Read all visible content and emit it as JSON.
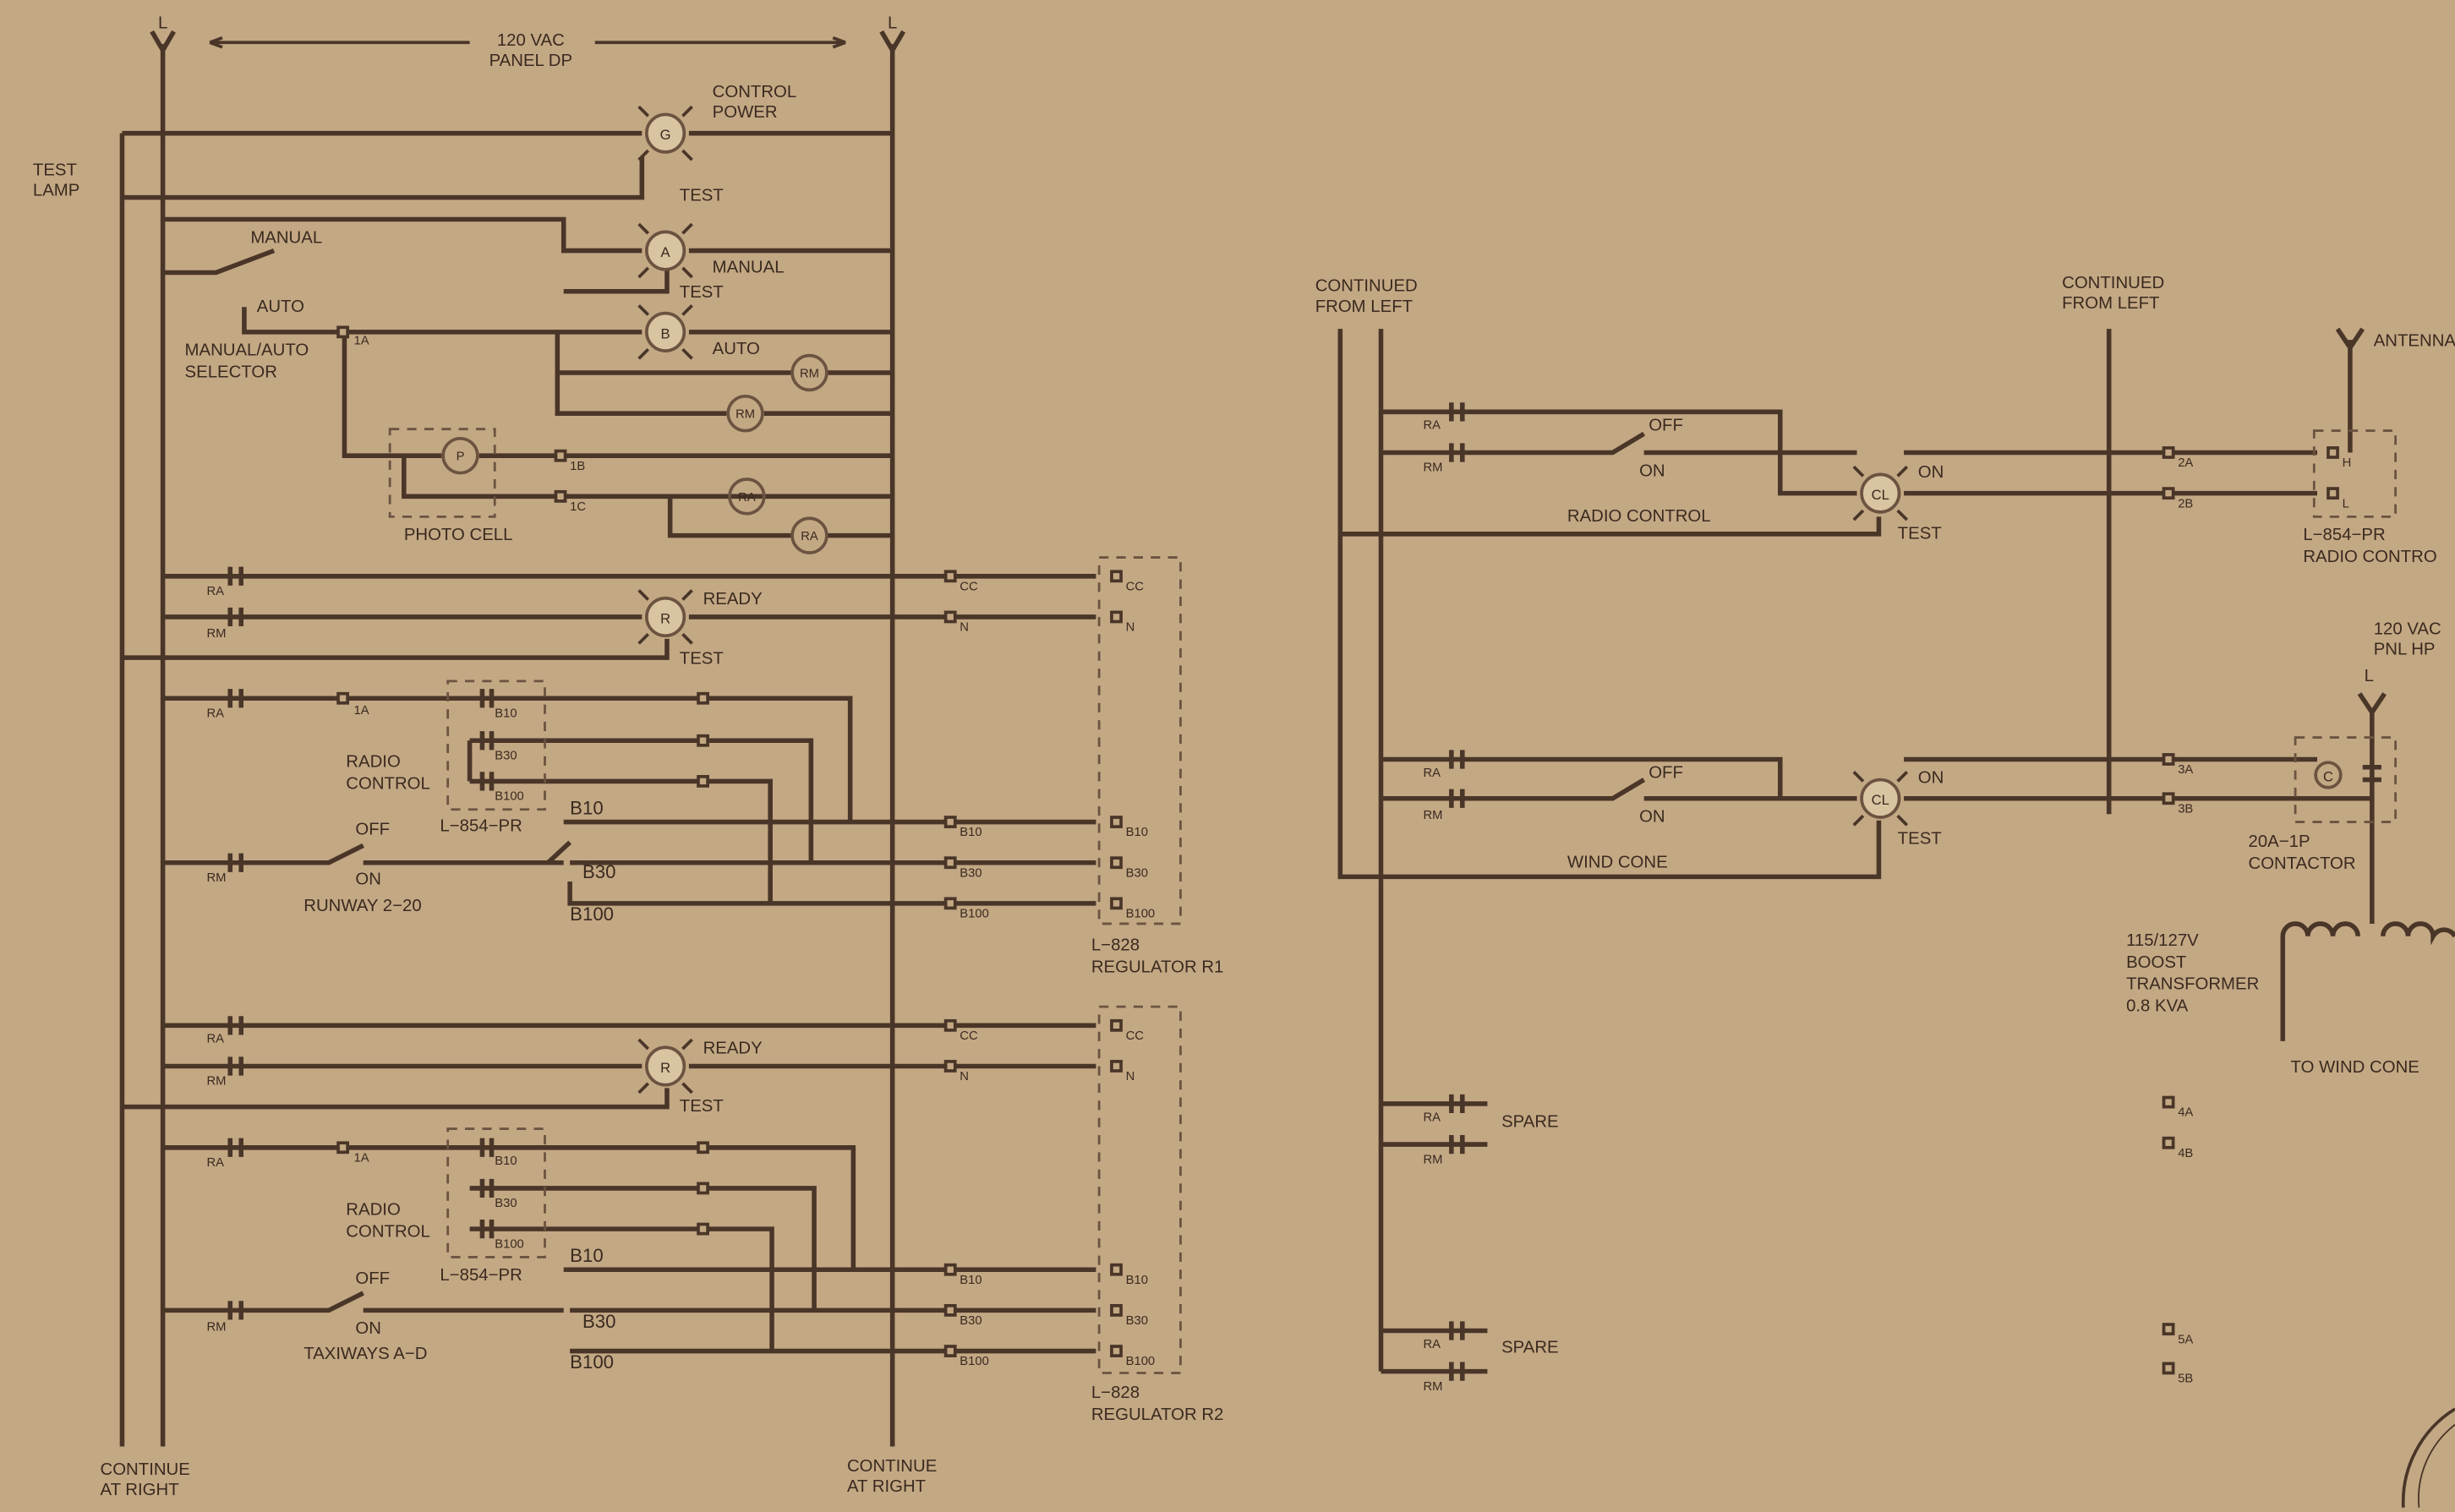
{
  "labels": {
    "l": "L",
    "vac120": "120 VAC",
    "panel_dp": "PANEL DP",
    "control": "CONTROL",
    "power": "POWER",
    "test": "TEST",
    "lamp": "LAMP",
    "manual": "MANUAL",
    "auto": "AUTO",
    "manual_auto": "MANUAL/AUTO",
    "selector": "SELECTOR",
    "photo_cell": "PHOTO CELL",
    "ready": "READY",
    "radio": "RADIO",
    "radio_control": "RADIO CONTROL",
    "off": "OFF",
    "on": "ON",
    "l854pr": "L−854−PR",
    "runway": "RUNWAY 2−20",
    "taxiways": "TAXIWAYS A−D",
    "l828": "L−828",
    "regulator_r1": "REGULATOR R1",
    "regulator_r2": "REGULATOR R2",
    "continue": "CONTINUE",
    "at_right": "AT RIGHT",
    "continued": "CONTINUED",
    "from_left": "FROM  LEFT",
    "antenna": "ANTENNA",
    "radio_contro": "RADIO CONTRO",
    "vac120_short": "120 VAC",
    "pnl_hp": "PNL HP",
    "wind_cone": "WIND CONE",
    "contactor_rating": "20A−1P",
    "contactor": "CONTACTOR",
    "boost_v": "115/127V",
    "boost": "BOOST",
    "transformer": "TRANSFORMER",
    "kva": "0.8  KVA",
    "to_wind_cone": "TO  WIND  CONE",
    "spare": "SPARE"
  },
  "codes": {
    "G": "G",
    "A": "A",
    "B": "B",
    "P": "P",
    "R": "R",
    "CL": "CL",
    "C": "C",
    "RA": "RA",
    "RM": "RM",
    "t1A": "1A",
    "t1B": "1B",
    "t1C": "1C",
    "CC": "CC",
    "N": "N",
    "B10": "B10",
    "B30": "B30",
    "B100": "B100",
    "t2A": "2A",
    "t2B": "2B",
    "t3A": "3A",
    "t3B": "3B",
    "t4A": "4A",
    "t4B": "4B",
    "t5A": "5A",
    "t5B": "5B",
    "H": "H",
    "L": "L"
  }
}
